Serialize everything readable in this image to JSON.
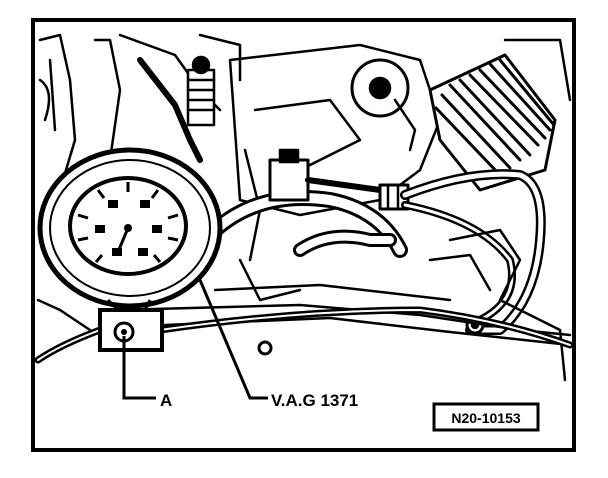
{
  "callouts": {
    "a": "A",
    "tester": "V.A.G 1371"
  },
  "figure_id": "N20-10153",
  "colors": {
    "ink": "#000000",
    "paper": "#ffffff"
  }
}
